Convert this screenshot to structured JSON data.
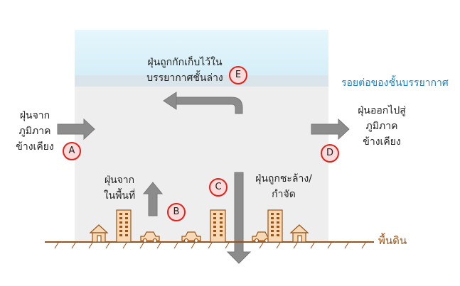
{
  "labels": {
    "trapped_line1": "ฝุ่นถูกกักเก็บไว้ใน",
    "trapped_line2": "บรรยากาศชั้นล่าง",
    "boundary": "รอยต่อของชั้นบรรยากาศ",
    "in_line1": "ฝุ่นจาก",
    "in_line2": "ภูมิภาค",
    "in_line3": "ข้างเคียง",
    "out_line1": "ฝุ่นออกไปสู่",
    "out_line2": "ภูมิภาค",
    "out_line3": "ข้างเคียง",
    "local_line1": "ฝุ่นจาก",
    "local_line2": "ในพื้นที่",
    "removed_line1": "ฝุ่นถูกชะล้าง/",
    "removed_line2": "กำจัด",
    "ground": "พื้นดิน"
  },
  "badges": {
    "a": "A",
    "b": "B",
    "c": "C",
    "d": "D",
    "e": "E"
  },
  "colors": {
    "sky_top": "#dff3fb",
    "boundary_band": "#d6e6ef",
    "lower_air": "#eeeeee",
    "arrow_fill": "#8c8c8c",
    "building_fill": "#f6d9b6",
    "brown": "#9a5418",
    "badge_border": "#e2231a",
    "badge_fill": "#fbdcdc",
    "boundary_text": "#1a84c7"
  }
}
